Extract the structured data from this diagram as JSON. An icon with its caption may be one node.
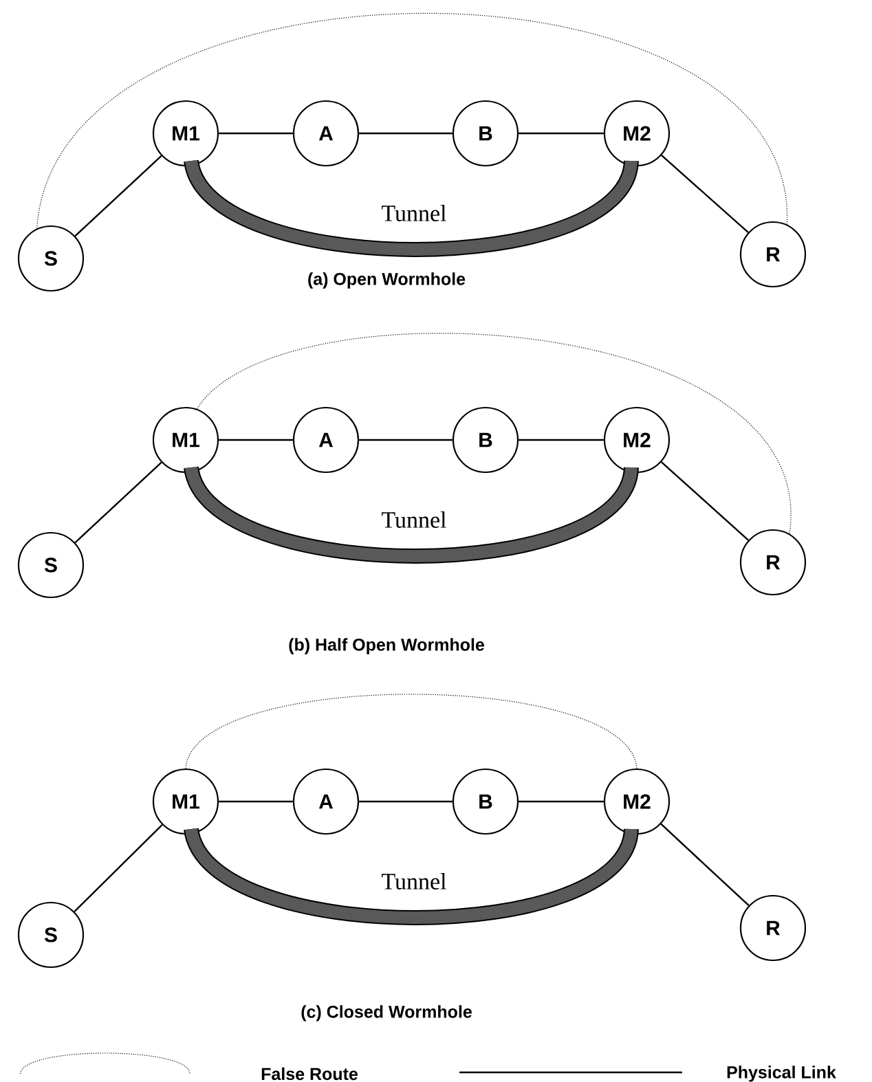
{
  "diagram": {
    "nodes": [
      {
        "text": [
          "S"
        ]
      },
      {
        "text": [
          "M1"
        ]
      },
      {
        "text": [
          "A"
        ]
      },
      {
        "text": [
          "B"
        ]
      },
      {
        "text": [
          "M2"
        ]
      },
      {
        "text": [
          "R"
        ]
      },
      {
        "text": [
          "S"
        ]
      },
      {
        "text": [
          "M1"
        ]
      },
      {
        "text": [
          "A"
        ]
      },
      {
        "text": [
          "B"
        ]
      },
      {
        "text": [
          "M2"
        ]
      },
      {
        "text": [
          "R"
        ]
      },
      {
        "text": [
          "S"
        ]
      },
      {
        "text": [
          "M1"
        ]
      },
      {
        "text": [
          "A"
        ]
      },
      {
        "text": [
          "B"
        ]
      },
      {
        "text": [
          "M2"
        ]
      },
      {
        "text": [
          "R"
        ]
      }
    ],
    "edges": [
      {
        "from": 0,
        "to": 1,
        "arrow": "none"
      },
      {
        "from": 1,
        "to": 2,
        "arrow": "none"
      },
      {
        "from": 2,
        "to": 3,
        "arrow": "none"
      },
      {
        "from": 3,
        "to": 4,
        "arrow": "none"
      },
      {
        "from": 4,
        "to": 5,
        "arrow": "none"
      },
      {
        "from": 1,
        "to": 4,
        "arrow": "none",
        "style": "thick",
        "label": "Tunnel"
      },
      {
        "from": 0,
        "to": 5,
        "arrow": "none",
        "style": "dashed"
      },
      {
        "from": 6,
        "to": 7,
        "arrow": "none"
      },
      {
        "from": 7,
        "to": 8,
        "arrow": "none"
      },
      {
        "from": 8,
        "to": 9,
        "arrow": "none"
      },
      {
        "from": 9,
        "to": 10,
        "arrow": "none"
      },
      {
        "from": 10,
        "to": 11,
        "arrow": "none"
      },
      {
        "from": 7,
        "to": 10,
        "arrow": "none",
        "style": "thick",
        "label": "Tunnel"
      },
      {
        "from": 7,
        "to": 11,
        "arrow": "none",
        "style": "dashed"
      },
      {
        "from": 12,
        "to": 13,
        "arrow": "none"
      },
      {
        "from": 13,
        "to": 14,
        "arrow": "none"
      },
      {
        "from": 14,
        "to": 15,
        "arrow": "none"
      },
      {
        "from": 15,
        "to": 16,
        "arrow": "none"
      },
      {
        "from": 16,
        "to": 17,
        "arrow": "none"
      },
      {
        "from": 13,
        "to": 16,
        "arrow": "none",
        "style": "thick",
        "label": "Tunnel"
      },
      {
        "from": 13,
        "to": 16,
        "arrow": "none",
        "style": "dashed"
      }
    ],
    "labels": [
      "(a)  Open Wormhole",
      "(b)  Half Open  Wormhole",
      "(c)  Closed  Wormhole"
    ],
    "legend": [
      {
        "text": "False Route"
      },
      {
        "text": "Physical Link"
      }
    ]
  }
}
